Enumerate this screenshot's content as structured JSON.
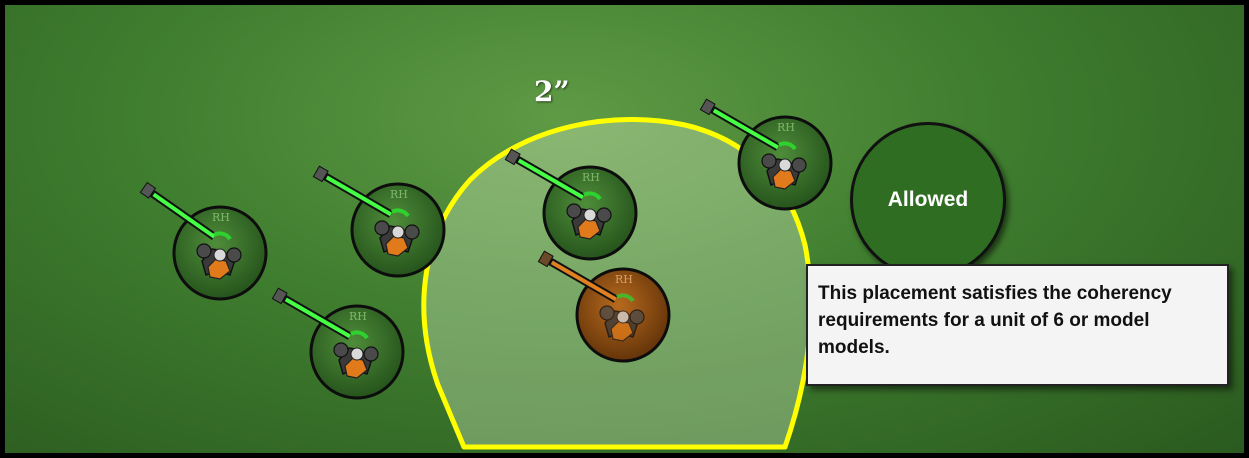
{
  "range_label": "2”",
  "status": {
    "label": "Allowed",
    "color": "#2f6e22"
  },
  "caption": "This placement satisfies the coherency requirements for a unit of 6 or model models.",
  "model_base_marking": "RH",
  "colors": {
    "board": "#3f7d2f",
    "coherency_zone_outline": "#ffff00",
    "unit_base": "#2f6a24",
    "highlighted_base": "#8a4a12",
    "weapon_green": "#44ff44",
    "weapon_orange": "#e08020"
  }
}
